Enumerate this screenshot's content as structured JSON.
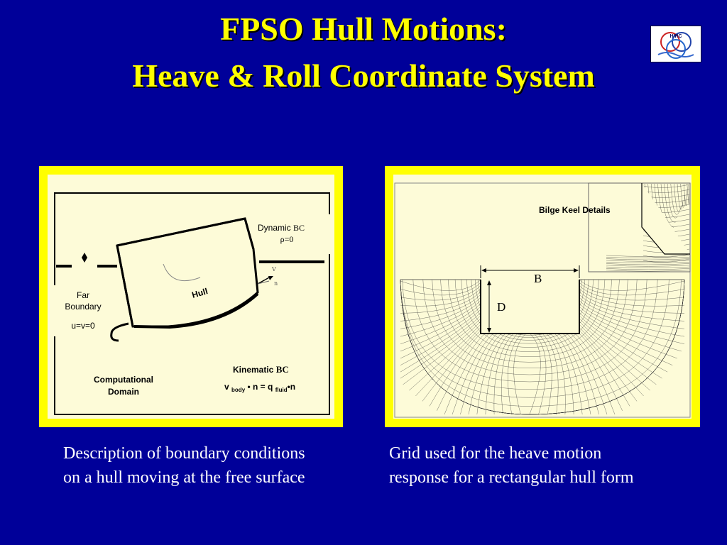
{
  "title": {
    "line1": "FPSO Hull Motions:",
    "line2": "Heave & Roll Coordinate System"
  },
  "logo": {
    "text": "HIRC"
  },
  "left_panel": {
    "dynamic_bc_label": "Dynamic",
    "dynamic_bc_abbr": "BC",
    "dynamic_bc_eq": "ρ=0",
    "hull_label": "Hull",
    "far_boundary_line1": "Far",
    "far_boundary_line2": "Boundary",
    "far_boundary_eq": "u=v=0",
    "computational_line1": "Computational",
    "computational_line2": "Domain",
    "kinematic_label": "Kinematic",
    "kinematic_abbr": "BC",
    "kin_v": "v",
    "kin_body": "body",
    "kin_mid": "• n = q",
    "kin_fluid": "fluid",
    "kin_end": "•n",
    "vec_v": "V",
    "vec_n": "n"
  },
  "right_panel": {
    "bilge_label": "Bilge Keel Details",
    "b_label": "B",
    "d_label": "D"
  },
  "captions": {
    "left_line1": "Description of boundary conditions",
    "left_line2": "on a hull moving at the free surface",
    "right_line1": "Grid used for the heave motion",
    "right_line2": "response for a rectangular hull form"
  },
  "colors": {
    "background": "#000099",
    "title": "#ffff00",
    "frame": "#ffff00",
    "panel": "#fdfbd8"
  }
}
